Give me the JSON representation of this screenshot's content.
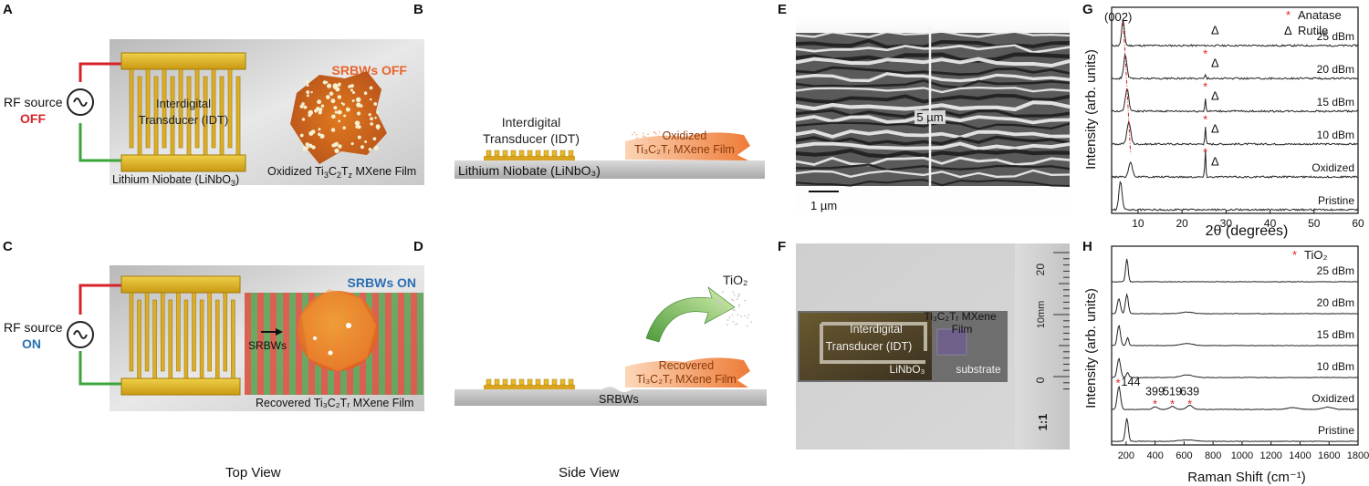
{
  "panels": {
    "A": "A",
    "B": "B",
    "C": "C",
    "D": "D",
    "E": "E",
    "F": "F",
    "G": "G",
    "H": "H"
  },
  "panel_a": {
    "rf_source": "RF source",
    "rf_state": "OFF",
    "idt_line1": "Interdigital",
    "idt_line2": "Transducer (IDT)",
    "status": "SRBWs OFF",
    "substrate_pre": "Lithium Niobate (LiNbO",
    "substrate_sub": "3",
    "substrate_post": ")",
    "film_pre": "Oxidized Ti",
    "film_sub1": "3",
    "film_mid1": "C",
    "film_sub2": "2",
    "film_mid2": "T",
    "film_sub3": "z",
    "film_post": " MXene Film"
  },
  "panel_b": {
    "idt_line1": "Interdigital",
    "idt_line2": "Transducer (IDT)",
    "film_line1": "Oxidized",
    "film_line2": "Ti₃C₂Tᵣ MXene Film",
    "substrate": "Lithium Niobate (LiNbO₃)"
  },
  "panel_c": {
    "rf_source": "RF source",
    "rf_state": "ON",
    "status": "SRBWs ON",
    "wave_label": "SRBWs",
    "film": "Recovered Ti₃C₂Tᵣ MXene Film"
  },
  "panel_d": {
    "product": "TiO₂",
    "film_line1": "Recovered",
    "film_line2": "Ti₃C₂Tᵣ MXene Film",
    "wave_label": "SRBWs"
  },
  "panel_e": {
    "thickness": "5 µm",
    "scalebar": "1 µm"
  },
  "panel_f": {
    "idt_line1": "Interdigital",
    "idt_line2": "Transducer (IDT)",
    "film_line1": "Ti₃C₂Tᵣ MXene",
    "film_line2": "Film",
    "substrate_label": "LiNbO₃",
    "substrate_word": "substrate",
    "ruler_ticks": [
      "20",
      "10mm",
      "0"
    ],
    "ruler_ratio": "1:1"
  },
  "captions": {
    "top_view": "Top View",
    "side_view": "Side View"
  },
  "chart_data": [
    {
      "type": "line",
      "panel": "G",
      "title": "",
      "xlabel": "2θ (degrees)",
      "ylabel": "Intensity (arb. units)",
      "xlim": [
        4,
        60
      ],
      "xticks": [
        10,
        20,
        30,
        40,
        50,
        60
      ],
      "peak_label": "(002)",
      "legend": [
        {
          "symbol": "*",
          "name": "Anatase",
          "color": "#e02020"
        },
        {
          "symbol": "Δ",
          "name": "Rutile",
          "color": "#111111"
        }
      ],
      "series": [
        {
          "name": "25 dBm",
          "peaks": [
            {
              "x": 6.6,
              "h": 0.85,
              "w": 0.45
            }
          ],
          "anatase": false,
          "rutile": true
        },
        {
          "name": "20 dBm",
          "peaks": [
            {
              "x": 7.1,
              "h": 0.8,
              "w": 0.5
            },
            {
              "x": 25.3,
              "h": 0.15,
              "w": 0.2
            }
          ],
          "anatase": true,
          "rutile": true
        },
        {
          "name": "15 dBm",
          "peaks": [
            {
              "x": 7.5,
              "h": 0.75,
              "w": 0.55
            },
            {
              "x": 25.3,
              "h": 0.45,
              "w": 0.18
            }
          ],
          "anatase": true,
          "rutile": true
        },
        {
          "name": "10 dBm",
          "peaks": [
            {
              "x": 7.9,
              "h": 0.75,
              "w": 0.6
            },
            {
              "x": 25.3,
              "h": 0.6,
              "w": 0.18
            }
          ],
          "anatase": true,
          "rutile": true
        },
        {
          "name": "Oxidized",
          "peaks": [
            {
              "x": 8.3,
              "h": 0.5,
              "w": 0.6
            },
            {
              "x": 25.3,
              "h": 0.9,
              "w": 0.18
            }
          ],
          "anatase": true,
          "rutile": true
        },
        {
          "name": "Pristine",
          "peaks": [
            {
              "x": 6.0,
              "h": 0.95,
              "w": 0.5
            }
          ],
          "anatase": false,
          "rutile": false
        }
      ]
    },
    {
      "type": "line",
      "panel": "H",
      "title": "",
      "xlabel": "Raman Shift (cm⁻¹)",
      "ylabel": "Intensity (arb. units)",
      "xlim": [
        100,
        1800
      ],
      "xticks": [
        200,
        400,
        600,
        800,
        1000,
        1200,
        1400,
        1600,
        1800
      ],
      "legend": [
        {
          "symbol": "*",
          "name": "TiO₂",
          "color": "#e02020"
        }
      ],
      "annotations": [
        "144",
        "399",
        "519",
        "639"
      ],
      "annotation_x": [
        144,
        399,
        519,
        639
      ],
      "series": [
        {
          "name": "25 dBm",
          "peaks": [
            {
              "x": 205,
              "h": 0.9,
              "w": 12
            }
          ]
        },
        {
          "name": "20 dBm",
          "peaks": [
            {
              "x": 150,
              "h": 0.6,
              "w": 15
            },
            {
              "x": 205,
              "h": 0.75,
              "w": 14
            },
            {
              "x": 620,
              "h": 0.06,
              "w": 60
            }
          ]
        },
        {
          "name": "15 dBm",
          "peaks": [
            {
              "x": 150,
              "h": 0.8,
              "w": 15
            },
            {
              "x": 210,
              "h": 0.3,
              "w": 12
            },
            {
              "x": 620,
              "h": 0.08,
              "w": 60
            }
          ]
        },
        {
          "name": "10 dBm",
          "peaks": [
            {
              "x": 150,
              "h": 0.75,
              "w": 16
            },
            {
              "x": 210,
              "h": 0.2,
              "w": 12
            },
            {
              "x": 620,
              "h": 0.1,
              "w": 60
            }
          ]
        },
        {
          "name": "Oxidized",
          "peaks": [
            {
              "x": 150,
              "h": 0.9,
              "w": 16
            },
            {
              "x": 399,
              "h": 0.1,
              "w": 25
            },
            {
              "x": 519,
              "h": 0.12,
              "w": 25
            },
            {
              "x": 639,
              "h": 0.16,
              "w": 30
            },
            {
              "x": 1350,
              "h": 0.07,
              "w": 50
            },
            {
              "x": 1590,
              "h": 0.09,
              "w": 50
            }
          ]
        },
        {
          "name": "Pristine",
          "peaks": [
            {
              "x": 205,
              "h": 0.9,
              "w": 14
            },
            {
              "x": 620,
              "h": 0.05,
              "w": 80
            }
          ]
        }
      ]
    }
  ]
}
